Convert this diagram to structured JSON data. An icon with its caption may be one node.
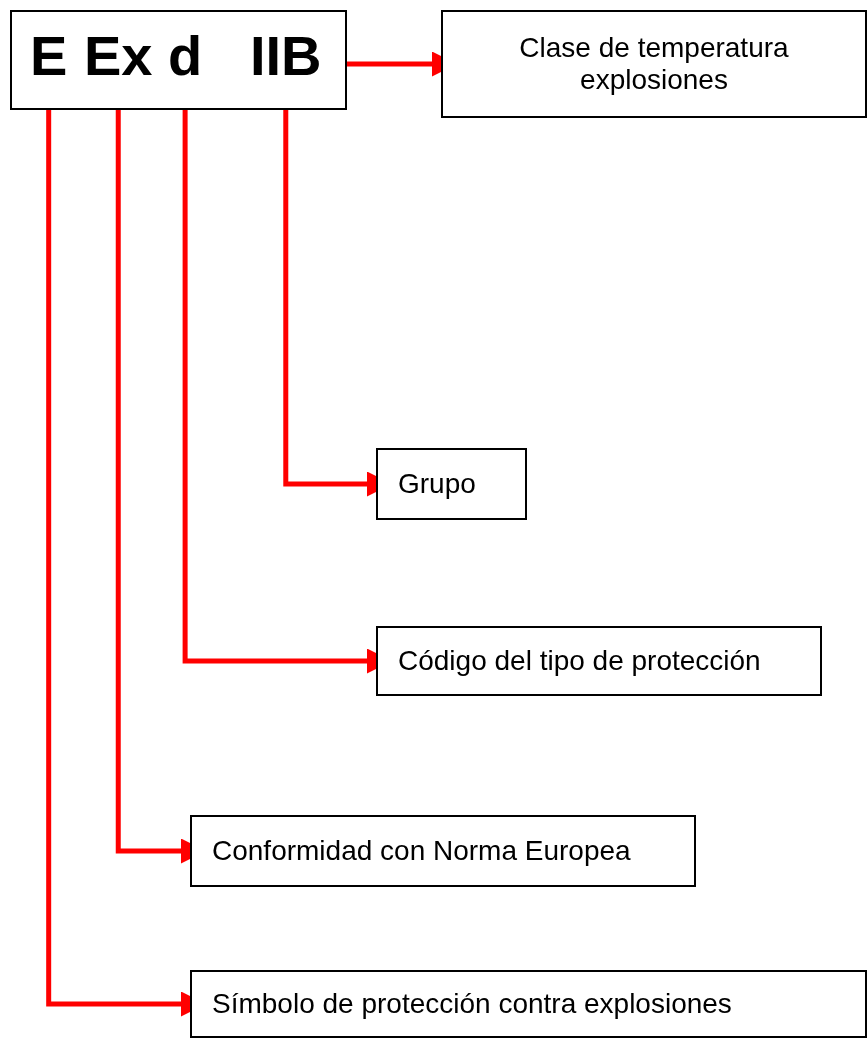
{
  "diagram": {
    "nodes": [
      {
        "text": [],
        "shape": "box"
      },
      {
        "text": [
          "E"
        ],
        "in": 0
      },
      {
        "text": [
          "Ex"
        ],
        "in": 0
      },
      {
        "text": [
          "d"
        ],
        "in": 0
      },
      {
        "text": [
          "IIB"
        ],
        "in": 0
      },
      {
        "text": [
          "Clase de temperatura explosiones"
        ]
      },
      {
        "text": [
          "Grupo"
        ]
      },
      {
        "text": [
          "Código del tipo de protección"
        ]
      },
      {
        "text": [
          "Conformidad con Norma Europea"
        ]
      },
      {
        "text": [
          "Símbolo de protección contra explosiones"
        ]
      }
    ],
    "edges": [
      {
        "from": 0,
        "to": 5,
        "arrow": "to"
      },
      {
        "from": 4,
        "to": 6,
        "arrow": "to"
      },
      {
        "from": 3,
        "to": 7,
        "arrow": "to"
      },
      {
        "from": 2,
        "to": 8,
        "arrow": "to"
      },
      {
        "from": 1,
        "to": 9,
        "arrow": "to"
      }
    ]
  }
}
